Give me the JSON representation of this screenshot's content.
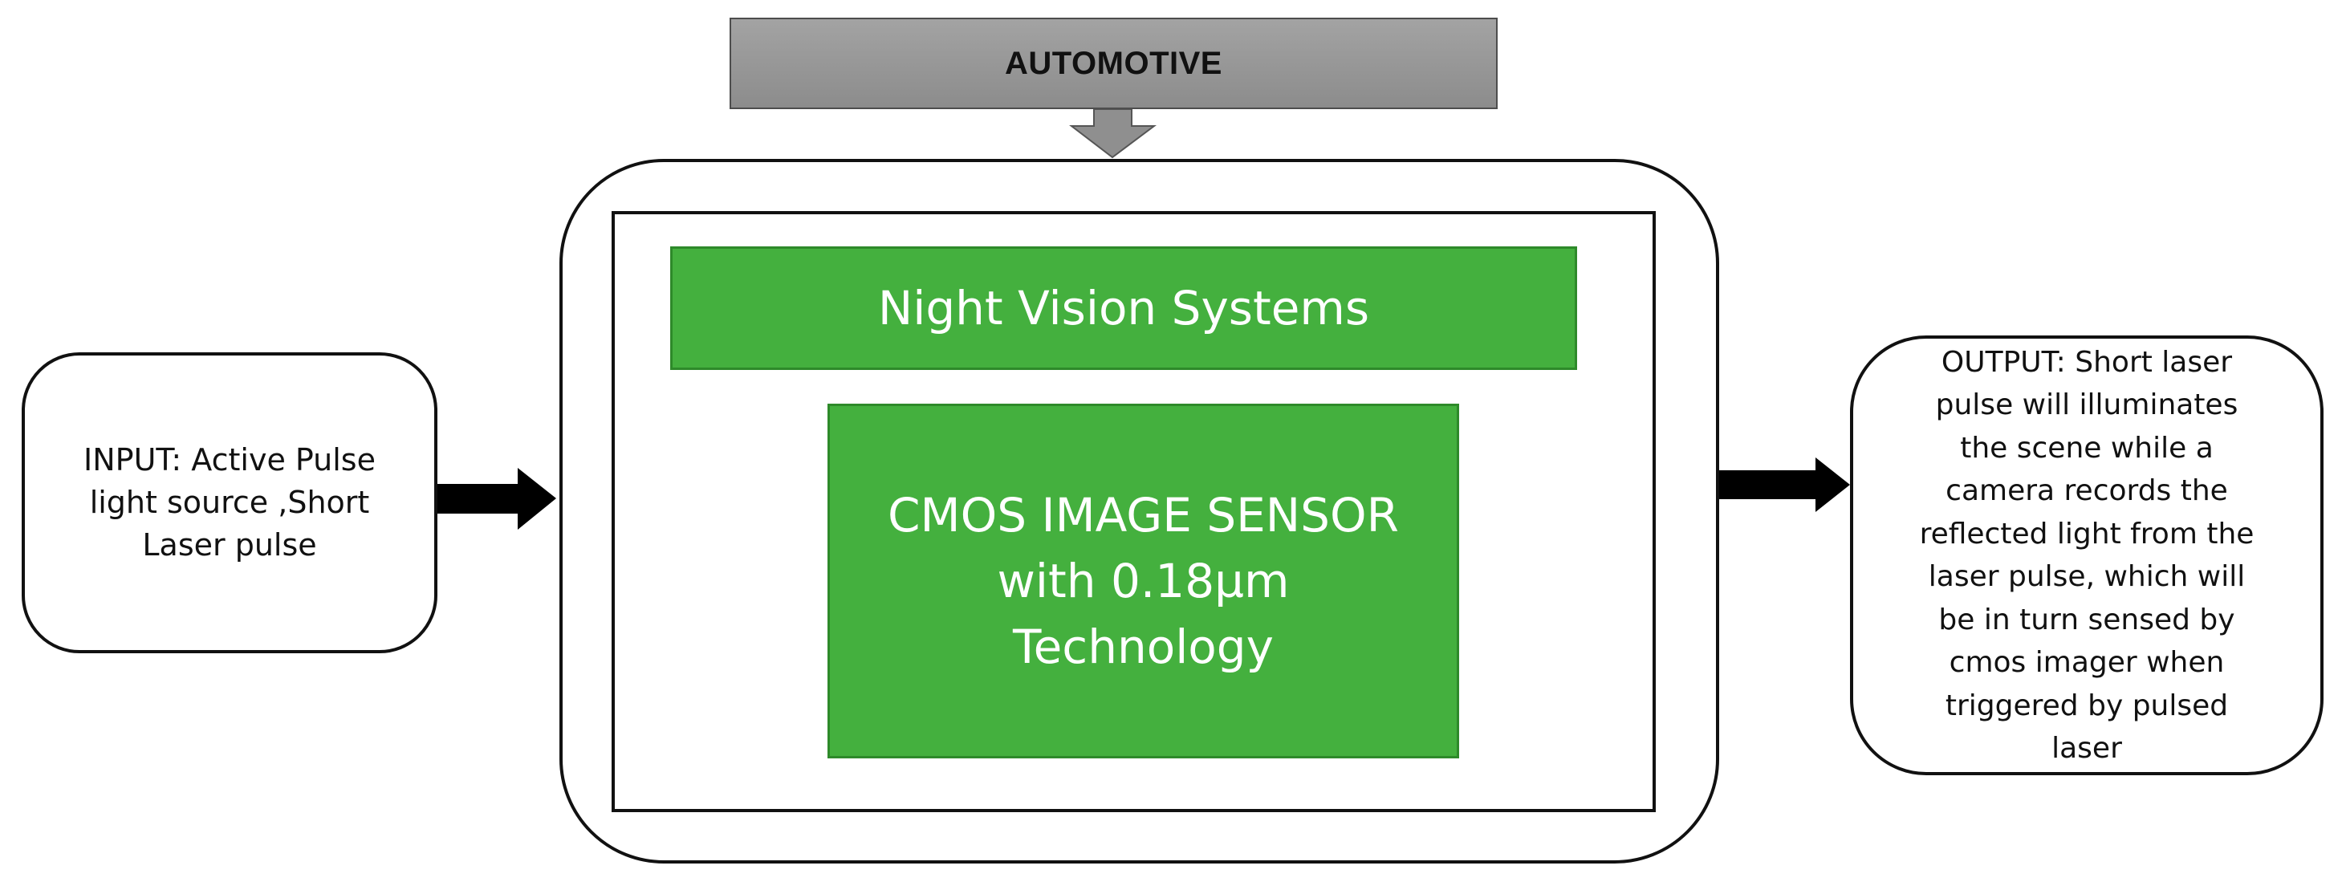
{
  "diagram": {
    "top_banner": {
      "label": "AUTOMOTIVE"
    },
    "system": {
      "header": "Night Vision Systems",
      "sensor": "CMOS IMAGE SENSOR\nwith 0.18µm\nTechnology"
    },
    "input": {
      "text": "INPUT: Active Pulse\nlight source ,Short\nLaser pulse"
    },
    "output": {
      "text": "OUTPUT: Short laser\npulse  will illuminates\nthe  scene while a\ncamera  records the\nreflected light from the\nlaser pulse, which will\nbe in turn sensed by\ncmos imager when\ntriggered by pulsed\nlaser"
    },
    "colors": {
      "green_fill": "#44b03e",
      "green_border": "#2e8a2a",
      "banner_gray": "#999999",
      "arrow_black": "#000000"
    }
  }
}
